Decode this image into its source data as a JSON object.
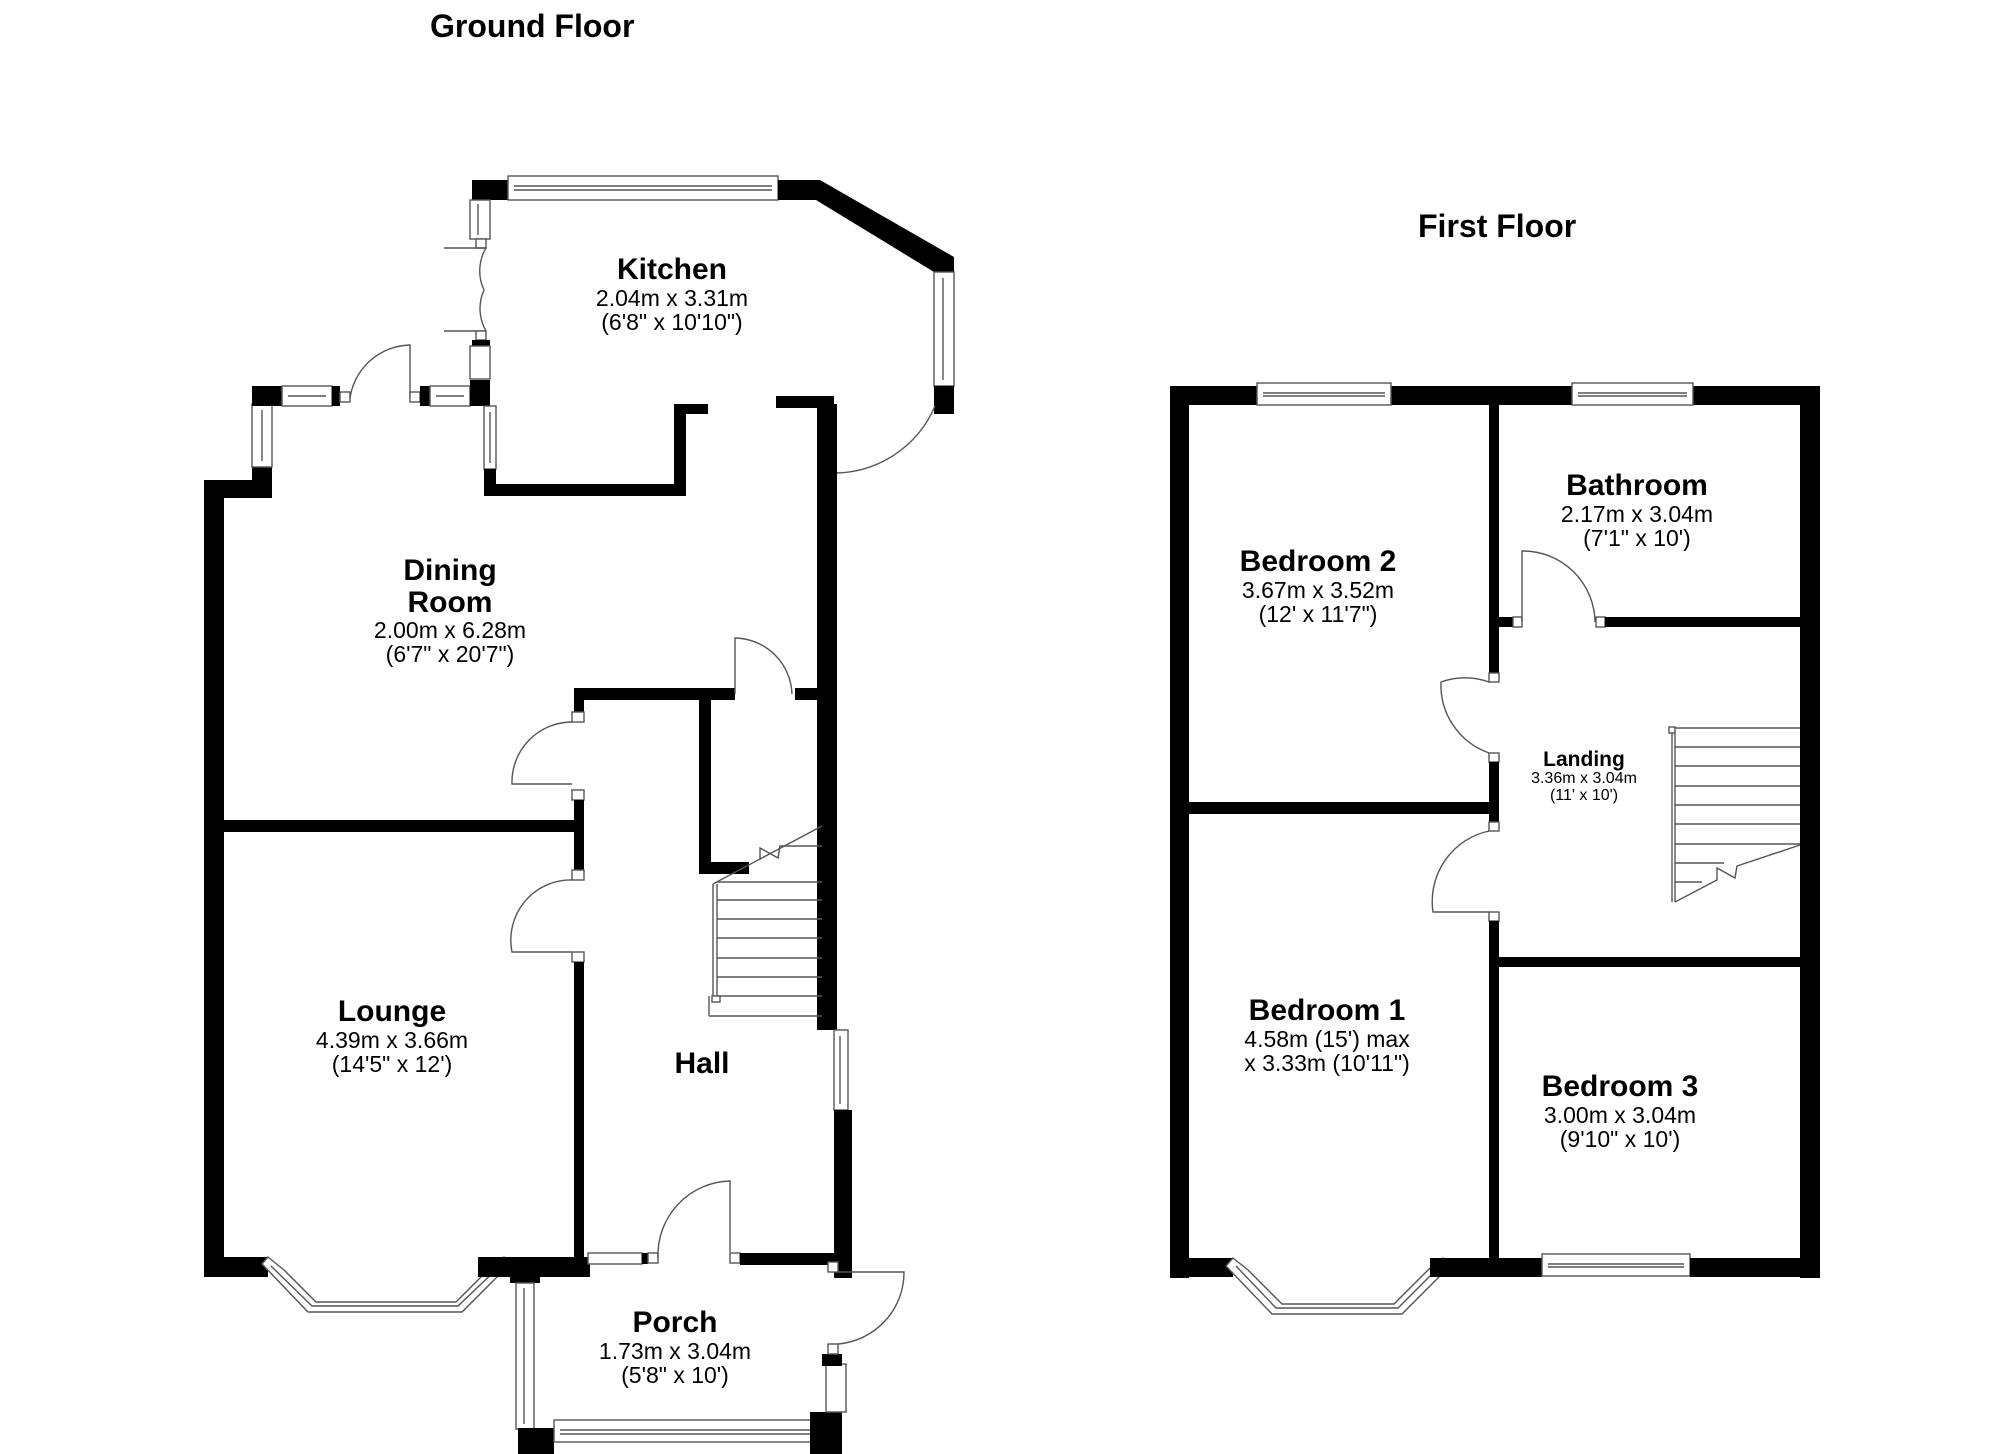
{
  "floors": [
    {
      "title": "Ground Floor",
      "rooms": [
        {
          "name": "Kitchen",
          "dim_metric": "2.04m x 3.31m",
          "dim_imperial": "(6'8\" x 10'10\")"
        },
        {
          "name_line1": "Dining",
          "name_line2": "Room",
          "dim_metric": "2.00m x 6.28m",
          "dim_imperial": "(6'7\" x 20'7\")"
        },
        {
          "name": "Lounge",
          "dim_metric": "4.39m x 3.66m",
          "dim_imperial": "(14'5\" x 12')"
        },
        {
          "name": "Hall"
        },
        {
          "name": "Porch",
          "dim_metric": "1.73m x 3.04m",
          "dim_imperial": "(5'8\" x 10')"
        }
      ]
    },
    {
      "title": "First Floor",
      "rooms": [
        {
          "name": "Bedroom 2",
          "dim_metric": "3.67m x 3.52m",
          "dim_imperial": "(12' x 11'7\")"
        },
        {
          "name": "Bathroom",
          "dim_metric": "2.17m x 3.04m",
          "dim_imperial": "(7'1\" x 10')"
        },
        {
          "name": "Landing",
          "dim_metric": "3.36m x 3.04m",
          "dim_imperial": "(11' x 10')"
        },
        {
          "name": "Bedroom 1",
          "dim_line1": "4.58m (15') max",
          "dim_line2": "x 3.33m (10'11\")"
        },
        {
          "name": "Bedroom 3",
          "dim_metric": "3.00m x 3.04m",
          "dim_imperial": "(9'10\" x 10')"
        }
      ]
    }
  ]
}
